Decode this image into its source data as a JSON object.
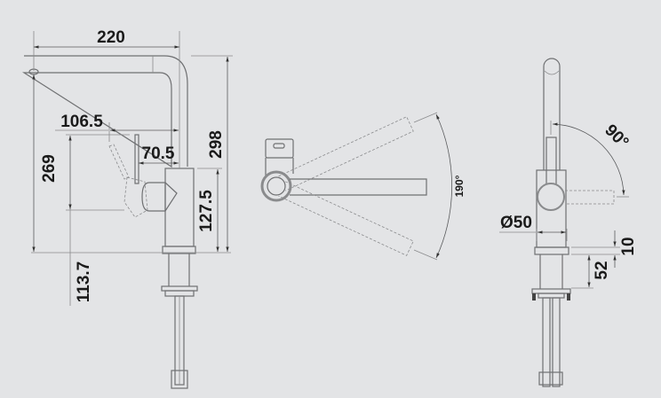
{
  "title": "Kitchen faucet technical dimension drawing",
  "side_view": {
    "spout_reach": "220",
    "spout_height": "269",
    "total_height": "298",
    "lever_reach": "106.5",
    "lever_offset": "70.5",
    "body_height": "127.5",
    "lever_height": "113.7"
  },
  "top_view": {
    "swivel_angle": "190°"
  },
  "front_view": {
    "lever_angle": "90°",
    "base_diameter": "Ø50",
    "base_plate": "10",
    "max_counter_thickness": "52"
  },
  "colors": {
    "background": "#e3e4e6",
    "outline": "#6f7072",
    "text": "#1a1a1a"
  }
}
